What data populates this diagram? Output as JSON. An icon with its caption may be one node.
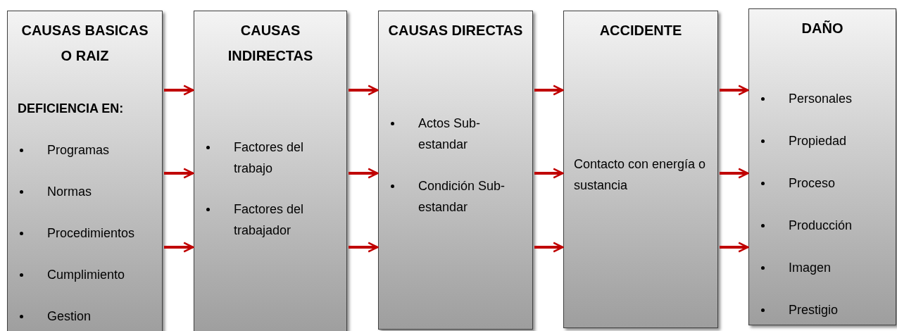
{
  "diagram": {
    "nodes": [
      {
        "text": [
          "CAUSAS BASICAS O RAIZ",
          "DEFICIENCIA EN:",
          "Programas",
          "Normas",
          "Procedimientos",
          "Cumplimiento",
          "Gestion"
        ]
      },
      {
        "text": [
          "CAUSAS INDIRECTAS",
          "Factores del trabajo",
          "Factores del trabajador"
        ]
      },
      {
        "text": [
          "CAUSAS DIRECTAS",
          "Actos Sub-estandar",
          "Condición Sub-estandar"
        ]
      },
      {
        "text": [
          "ACCIDENTE",
          "Contacto con energía o sustancia"
        ]
      },
      {
        "text": [
          "DAÑO",
          "Personales",
          "Propiedad",
          "Proceso",
          "Producción",
          "Imagen",
          "Prestigio"
        ]
      }
    ],
    "edges": [
      {
        "from": 0,
        "to": 1,
        "arrow": "to"
      },
      {
        "from": 0,
        "to": 1,
        "arrow": "to"
      },
      {
        "from": 0,
        "to": 1,
        "arrow": "to"
      },
      {
        "from": 1,
        "to": 2,
        "arrow": "to"
      },
      {
        "from": 1,
        "to": 2,
        "arrow": "to"
      },
      {
        "from": 1,
        "to": 2,
        "arrow": "to"
      },
      {
        "from": 2,
        "to": 3,
        "arrow": "to"
      },
      {
        "from": 2,
        "to": 3,
        "arrow": "to"
      },
      {
        "from": 2,
        "to": 3,
        "arrow": "to"
      },
      {
        "from": 3,
        "to": 4,
        "arrow": "to"
      },
      {
        "from": 3,
        "to": 4,
        "arrow": "to"
      },
      {
        "from": 3,
        "to": 4,
        "arrow": "to"
      }
    ]
  }
}
